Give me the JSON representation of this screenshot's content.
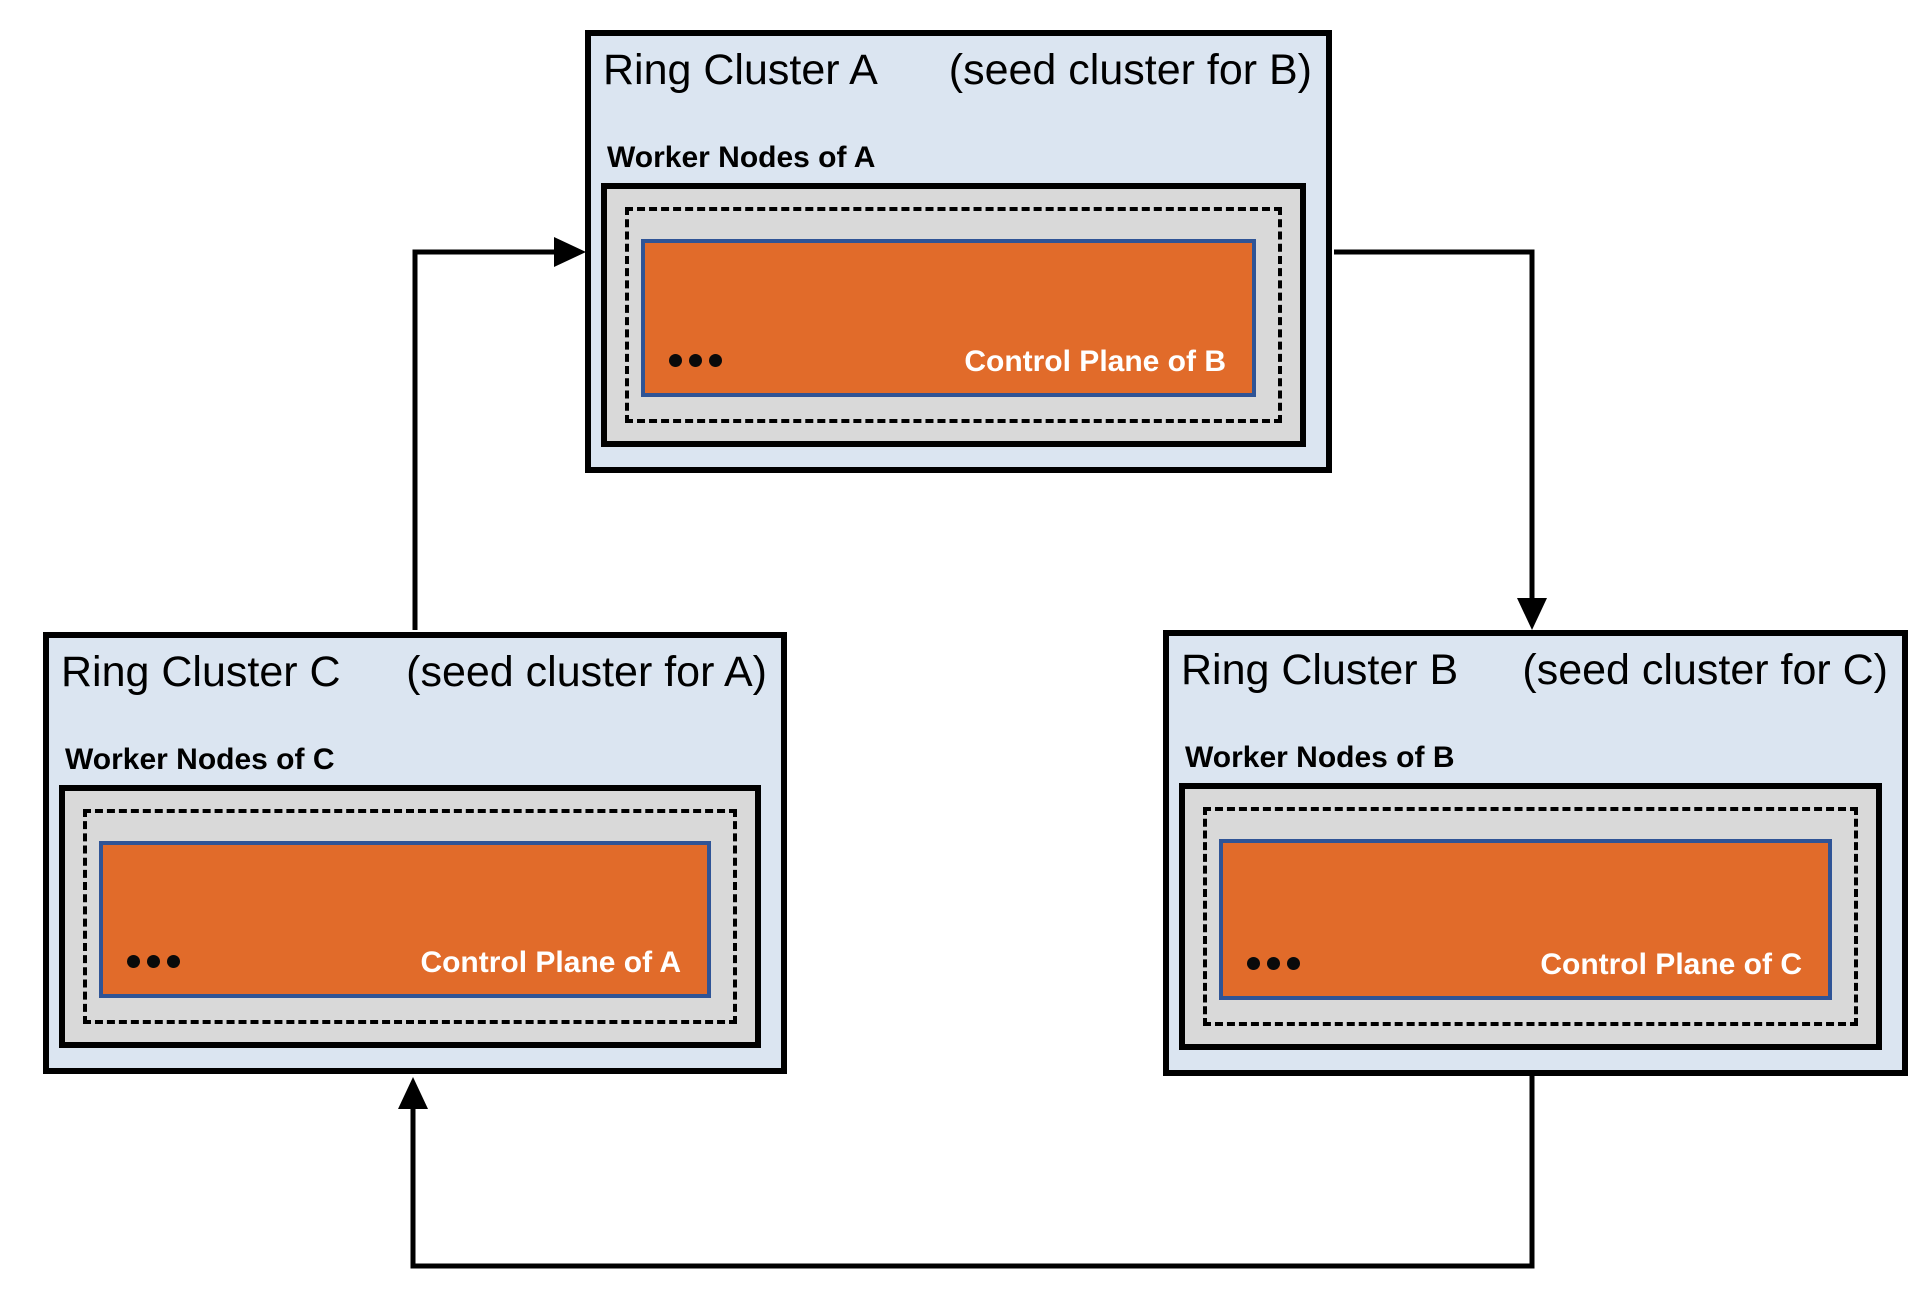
{
  "colors": {
    "cluster_bg": "#dbe5f1",
    "cluster_border": "#000000",
    "worker_box_bg": "#d9d9d9",
    "control_plane_bg": "#e16b2a",
    "control_plane_border": "#2f5496",
    "arrow_color": "#000000"
  },
  "clusters": [
    {
      "id": "A",
      "title": "Ring Cluster A",
      "seed_note": "(seed cluster for B)",
      "worker_label": "Worker Nodes of A",
      "control_plane_label": "Control Plane of B",
      "dots_icon": "ellipsis"
    },
    {
      "id": "B",
      "title": "Ring Cluster B",
      "seed_note": "(seed cluster for C)",
      "worker_label": "Worker Nodes of B",
      "control_plane_label": "Control Plane of C",
      "dots_icon": "ellipsis"
    },
    {
      "id": "C",
      "title": "Ring Cluster C",
      "seed_note": "(seed cluster for A)",
      "worker_label": "Worker Nodes of C",
      "control_plane_label": "Control Plane of A",
      "dots_icon": "ellipsis"
    }
  ],
  "arrows": [
    {
      "from": "C",
      "to": "A"
    },
    {
      "from": "A",
      "to": "B"
    },
    {
      "from": "B",
      "to": "C"
    }
  ]
}
